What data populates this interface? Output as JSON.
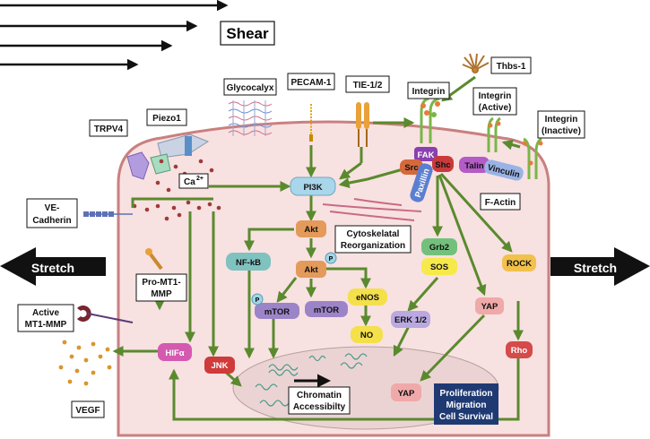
{
  "labels": {
    "shear": "Shear",
    "stretch_left": "Stretch",
    "stretch_right": "Stretch",
    "glycocalyx": "Glycocalyx",
    "pecam1": "PECAM-1",
    "tie12": "TIE-1/2",
    "integrin": "Integrin",
    "thbs1": "Thbs-1",
    "integrin_active_1": "Integrin",
    "integrin_active_2": "(Active)",
    "integrin_inactive_1": "Integrin",
    "integrin_inactive_2": "(Inactive)",
    "trpv4": "TRPV4",
    "piezo1": "Piezo1",
    "ca": "Ca",
    "ca_sup": "2+",
    "ve_cadherin_1": "VE-",
    "ve_cadherin_2": "Cadherin",
    "pro_mt1_1": "Pro-MT1-",
    "pro_mt1_2": "MMP",
    "active_mt1_1": "Active",
    "active_mt1_2": "MT1-MMP",
    "vegf": "VEGF",
    "f_actin": "F-Actin",
    "cytoskeletal_1": "Cytoskelatal",
    "cytoskeletal_2": "Reorganization",
    "chromatin_1": "Chromatin",
    "chromatin_2": "Accessibilty",
    "outcome_1": "Proliferation",
    "outcome_2": "Migration",
    "outcome_3": "Cell Survival"
  },
  "nodes": {
    "pi3k": "PI3K",
    "akt_top": "Akt",
    "akt_mid": "Akt",
    "nfkb": "NF-kB",
    "enos": "eNOS",
    "no": "NO",
    "mtor_1": "mTOR",
    "mtor_2": "mTOR",
    "fak": "FAK",
    "src": "Src",
    "shc": "Shc",
    "paxillin": "Paxillin",
    "talin": "Talin",
    "vinculin": "Vinculin",
    "grb2": "Grb2",
    "sos": "SOS",
    "erk": "ERK 1/2",
    "yap_mid": "YAP",
    "yap_nuc": "YAP",
    "rock": "ROCK",
    "rho": "Rho",
    "hifa": "HIFα",
    "jnk": "JNK",
    "p1": "P",
    "p2": "P"
  },
  "colors": {
    "arrow_green": "#5a8a2e",
    "cell_fill": "#f8e1e1",
    "cell_border": "#c9807f",
    "nucleus_fill": "#ecd3d3",
    "pi3k": "#a9d6ea",
    "akt": "#e39a5a",
    "nfkb": "#7fc2bf",
    "enos": "#f3e04a",
    "mtor": "#9c84c8",
    "fak": "#8b3fb0",
    "src": "#d5693a",
    "shc": "#c93a3a",
    "paxillin": "#5b7fd0",
    "talin": "#b35bc7",
    "vinculin": "#9ab3e6",
    "grb2": "#73c07c",
    "sos": "#f6e94a",
    "erk": "#b9a9e0",
    "yap": "#f0a9a9",
    "rock": "#f2c14c",
    "rho": "#d54a4a",
    "hifa": "#d45ab0",
    "jnk": "#cf3a3a",
    "outcome_box": "#1f3a73"
  }
}
